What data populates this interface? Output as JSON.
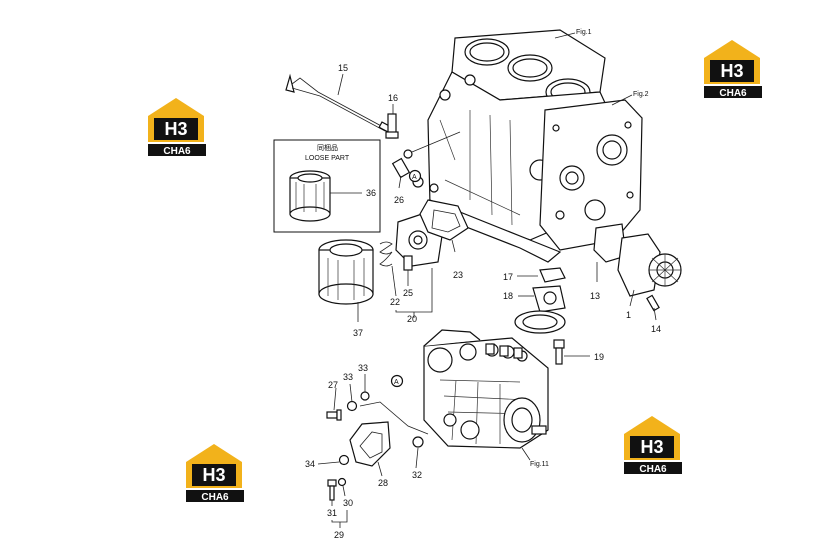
{
  "figure_refs": {
    "fig1": "Fig.1",
    "fig2": "Fig.2",
    "fig11": "Fig.11"
  },
  "loose_part": {
    "line1": "同梱品",
    "line2": "LOOSE PART"
  },
  "callout_a": "A",
  "part_numbers": {
    "p1": "1",
    "p13": "13",
    "p14": "14",
    "p15": "15",
    "p16": "16",
    "p17": "17",
    "p18": "18",
    "p19": "19",
    "p20": "20",
    "p22": "22",
    "p23": "23",
    "p25": "25",
    "p26": "26",
    "p27": "27",
    "p28": "28",
    "p29": "29",
    "p30": "30",
    "p31": "31",
    "p32": "32",
    "p33a": "33",
    "p33b": "33",
    "p34": "34",
    "p36": "36",
    "p37": "37"
  },
  "watermark": {
    "mark": "H3",
    "text": "CHA6",
    "brand_yellow": "#f2b21b",
    "brand_black": "#111111"
  }
}
